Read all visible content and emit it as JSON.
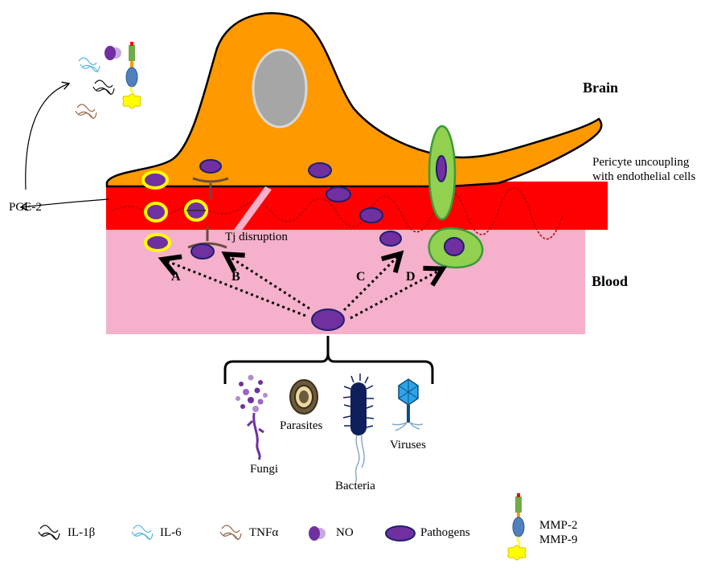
{
  "labels": {
    "brain": "Brain",
    "blood": "Blood",
    "pericyte_line1": "Pericyte uncoupling",
    "pericyte_line2": "with endothelial cells",
    "pge2": "PGE-2",
    "tj": "Tj disruption",
    "route_a": "A",
    "route_b": "B",
    "route_c": "C",
    "route_d": "D",
    "fungi": "Fungi",
    "parasites": "Parasites",
    "bacteria": "Bacteria",
    "viruses": "Viruses"
  },
  "legend": {
    "il1b": "IL-1β",
    "il6": "IL-6",
    "tnfa": "TNFα",
    "no": "NO",
    "pathogens": "Pathogens",
    "mmp2": "MMP-2",
    "mmp9": "MMP-9"
  },
  "colors": {
    "astrocyte": "#ff9900",
    "nucleus": "#a6a6a6",
    "endothelium": "#ff0000",
    "blood": "#f5b0cb",
    "pathogen": "#7030a0",
    "ring": "#ffff00",
    "pericyte": "#92d050"
  }
}
